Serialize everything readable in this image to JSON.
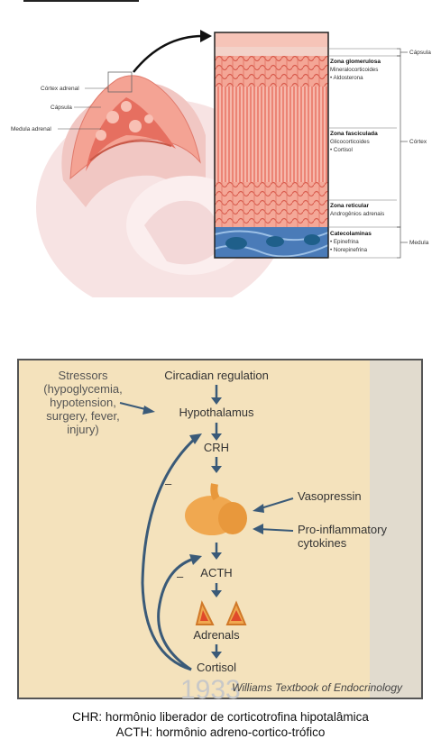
{
  "adrenal_figure": {
    "left_labels": [
      "Córtex adrenal",
      "Cápsula",
      "Medula adrenal"
    ],
    "zones": [
      {
        "name": "Zona glomerulosa",
        "class": "Mineralocorticoides",
        "hormones": [
          "• Aldosterona"
        ]
      },
      {
        "name": "Zona fasciculada",
        "class": "Glicocorticoides",
        "hormones": [
          "• Cortisol"
        ]
      },
      {
        "name": "Zona reticular",
        "class": "Androgênios adrenais",
        "hormones": []
      },
      {
        "name": "Catecolaminas",
        "class": "",
        "hormones": [
          "• Epinefrina",
          "• Norepinefrina"
        ]
      }
    ],
    "right_labels": {
      "capsule": "Cápsula",
      "cortex": "Córtex",
      "medulla": "Medula"
    },
    "colors": {
      "tissue": "#f08a7a",
      "tissue_light": "#f6b3a7",
      "medulla": "#4a7bb8",
      "nuclei": "#1f5f8a"
    }
  },
  "hpa_figure": {
    "stressors": [
      "Stressors",
      "(hypoglycemia,",
      "hypotension,",
      "surgery, fever,",
      "injury)"
    ],
    "nodes": {
      "circadian": "Circadian regulation",
      "hypothalamus": "Hypothalamus",
      "crh": "CRH",
      "vasopressin": "Vasopressin",
      "cytokines": [
        "Pro-inflammatory",
        "cytokines"
      ],
      "acth": "ACTH",
      "adrenals": "Adrenals",
      "cortisol": "Cortisol"
    },
    "feedback_signs": [
      "–",
      "–"
    ],
    "source": "Williams Textbook of Endocrinology",
    "watermark": "1933",
    "colors": {
      "background": "#f4e2bc",
      "arrow": "#3a5a78",
      "gland": "#f0a850"
    }
  },
  "captions": [
    "CHR: hormônio liberador de corticotrofina hipotalâmica",
    "ACTH: hormônio adreno-cortico-trófico"
  ]
}
